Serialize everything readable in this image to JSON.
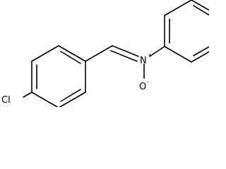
{
  "molecule": {
    "atoms": {
      "chlorine": "Cl",
      "nitrogen": "N",
      "nitrogen_charge": "+",
      "oxygen": "O",
      "oxygen_charge": "-"
    },
    "colors": {
      "bond": "#000000",
      "text": "#000000",
      "background": "#ffffff"
    }
  }
}
